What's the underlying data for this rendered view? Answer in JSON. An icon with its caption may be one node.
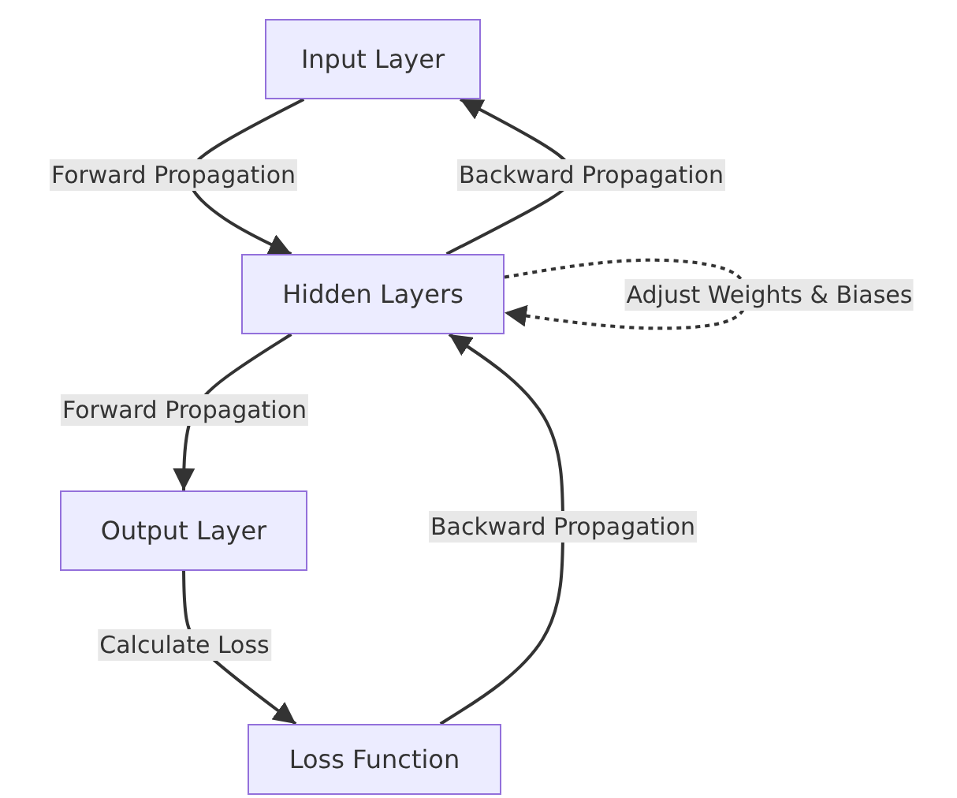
{
  "diagram": {
    "nodes": [
      {
        "text": [
          "Input Layer"
        ]
      },
      {
        "text": [
          "Hidden Layers"
        ]
      },
      {
        "text": [
          "Output Layer"
        ]
      },
      {
        "text": [
          "Loss Function"
        ]
      }
    ],
    "edges": [
      {
        "from": 0,
        "to": 1,
        "arrow": "to",
        "label": "Forward Propagation"
      },
      {
        "from": 1,
        "to": 0,
        "arrow": "to",
        "label": "Backward Propagation"
      },
      {
        "from": 1,
        "to": 1,
        "arrow": "to",
        "label": "Adjust Weights & Biases",
        "style": "dashed"
      },
      {
        "from": 1,
        "to": 2,
        "arrow": "to",
        "label": "Forward Propagation"
      },
      {
        "from": 2,
        "to": 3,
        "arrow": "to",
        "label": "Calculate Loss"
      },
      {
        "from": 3,
        "to": 1,
        "arrow": "to",
        "label": "Backward Propagation"
      }
    ]
  }
}
